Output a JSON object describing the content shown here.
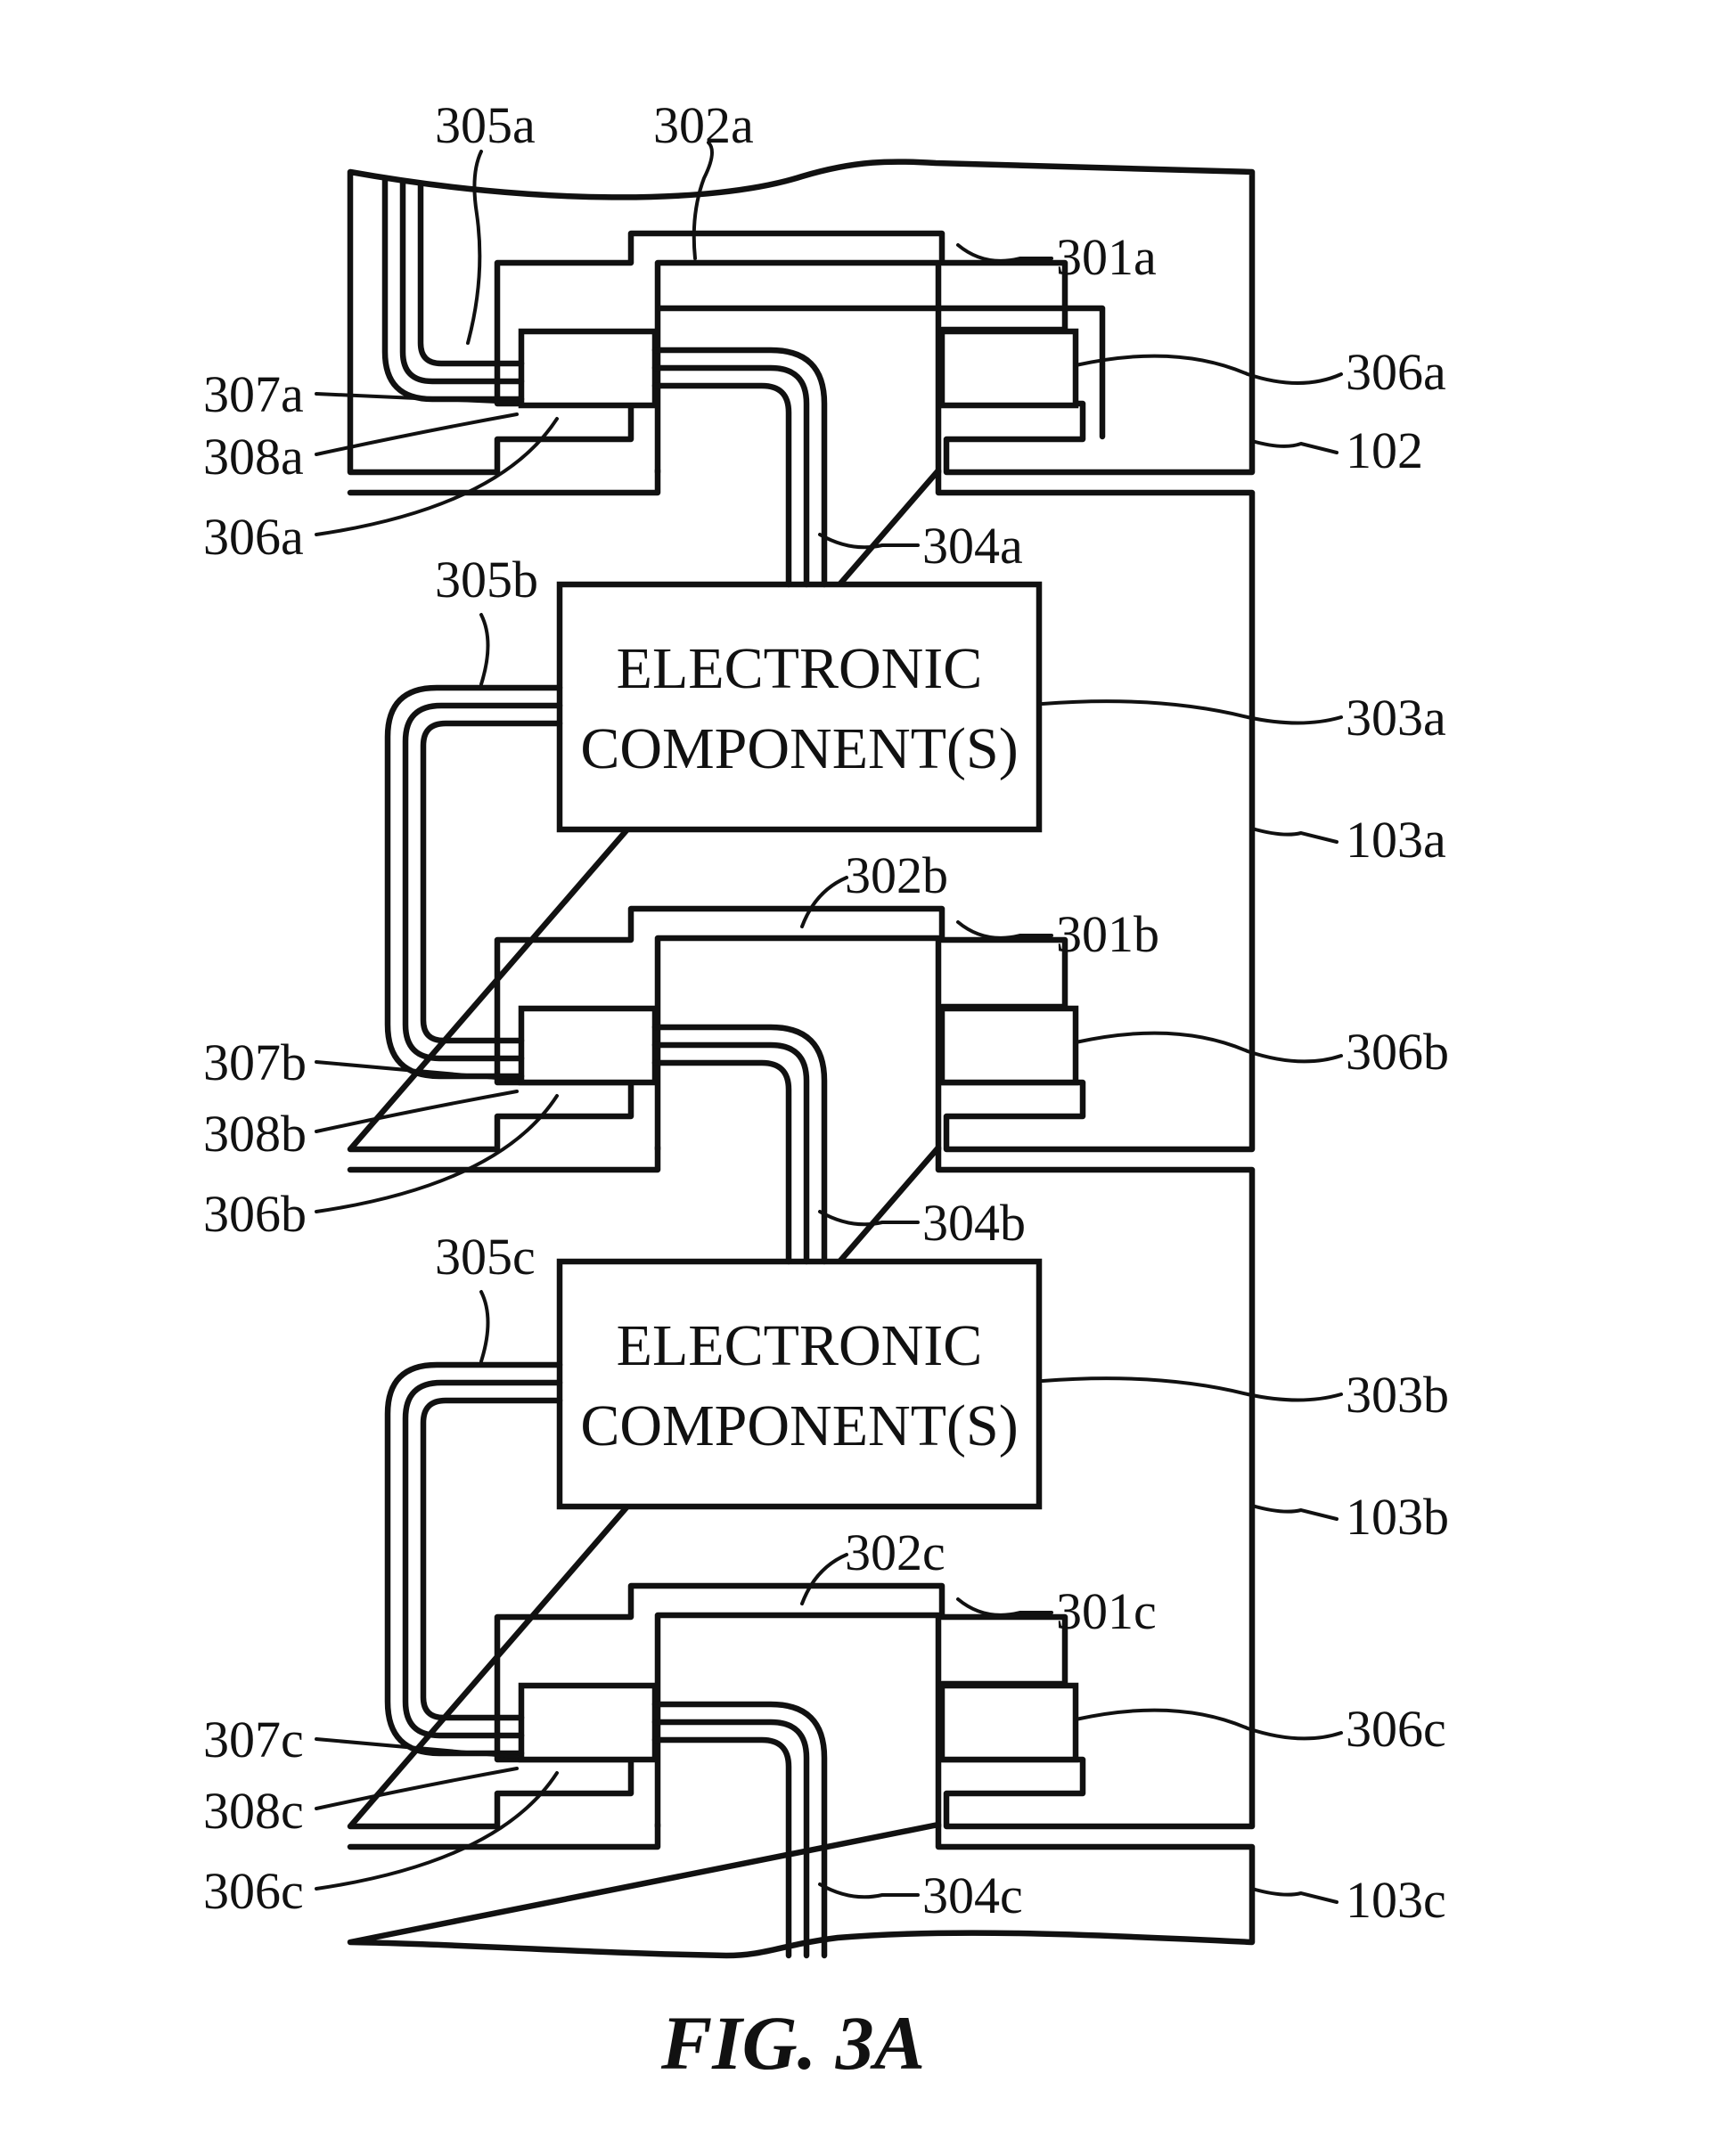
{
  "figure": {
    "caption": "FIG. 3A",
    "labels": {
      "l305a": "305a",
      "l302a": "302a",
      "l301a": "301a",
      "l306a_r": "306a",
      "l307a": "307a",
      "l308a": "308a",
      "l102": "102",
      "l306a_l": "306a",
      "l304a": "304a",
      "l305b": "305b",
      "l303a": "303a",
      "l103a": "103a",
      "l302b": "302b",
      "l301b": "301b",
      "l307b": "307b",
      "l306b_r": "306b",
      "l308b": "308b",
      "l306b_l": "306b",
      "l304b": "304b",
      "l305c": "305c",
      "l303b": "303b",
      "l103b": "103b",
      "l302c": "302c",
      "l301c": "301c",
      "l306c_r": "306c",
      "l307c": "307c",
      "l308c": "308c",
      "l306c_l": "306c",
      "l304c": "304c",
      "l103c": "103c"
    },
    "component_a": {
      "line1": "ELECTRONIC",
      "line2": "COMPONENT(S)"
    },
    "component_b": {
      "line1": "ELECTRONIC",
      "line2": "COMPONENT(S)"
    }
  }
}
